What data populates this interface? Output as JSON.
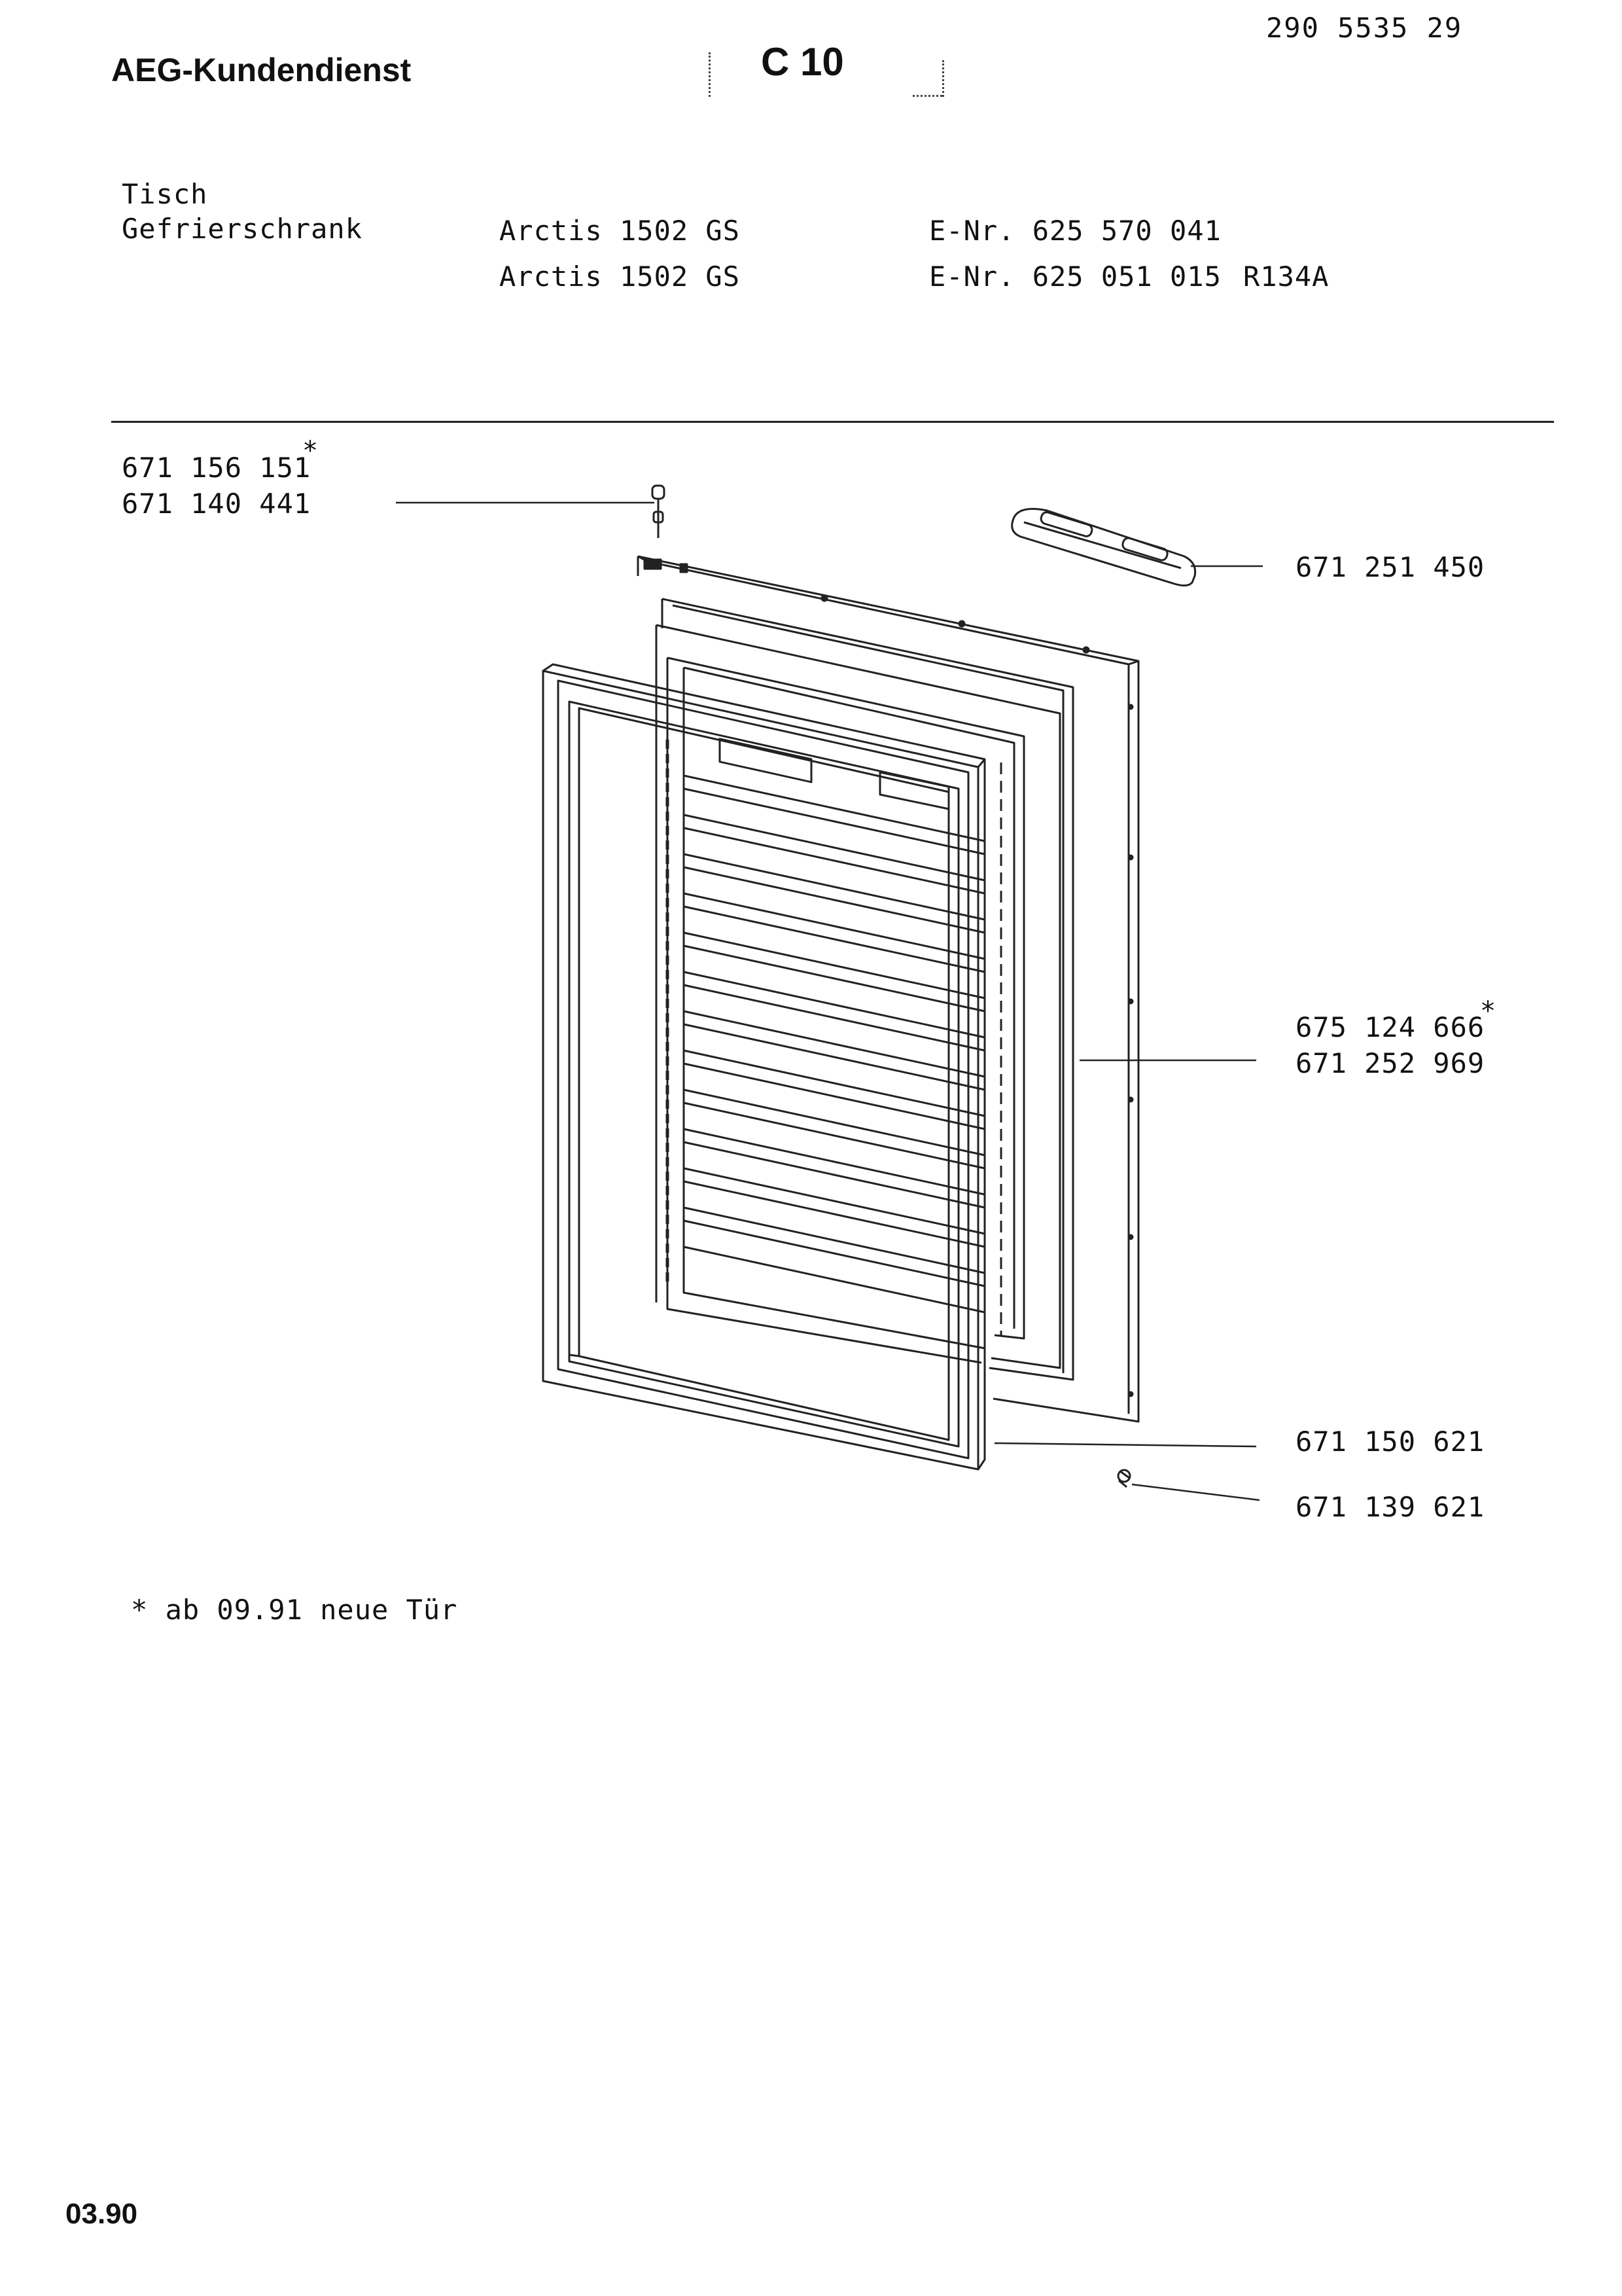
{
  "header": {
    "brand": "AEG-Kundendienst",
    "section_code": "C 10",
    "doc_number": "290 5535 29"
  },
  "appliance": {
    "type_line1": "Tisch",
    "type_line2": "Gefrierschrank",
    "models": [
      {
        "model": "Arctis 1502 GS",
        "enr": "E-Nr. 625 570 041",
        "note": ""
      },
      {
        "model": "Arctis 1502 GS",
        "enr": "E-Nr. 625 051 015",
        "note": "R134A"
      }
    ]
  },
  "parts": {
    "hinge_a": "671 156 151",
    "hinge_b": "671 140 441",
    "handle": "671 251 450",
    "door_a": "675 124 666",
    "door_b": "671 252 969",
    "seal": "671 150 621",
    "screw": "671 139 621",
    "star": "*"
  },
  "footnote": "* ab 09.91 neue Tür",
  "date_code": "03.90"
}
